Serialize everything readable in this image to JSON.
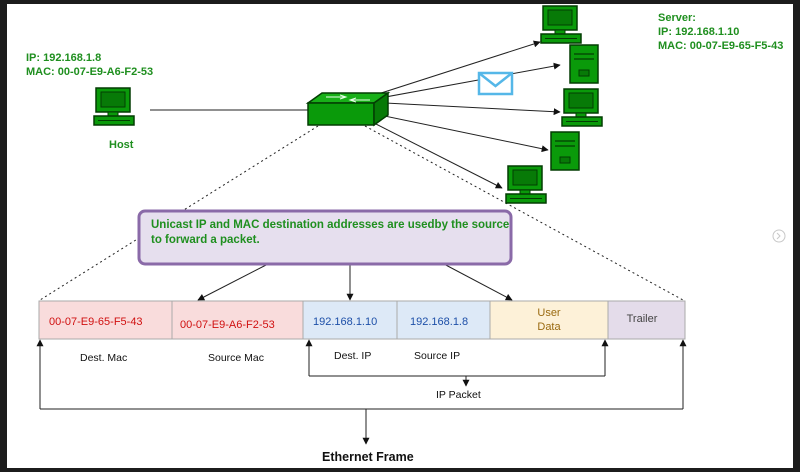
{
  "host": {
    "ip": "IP: 192.168.1.8",
    "mac": "MAC: 00-07-E9-A6-F2-53",
    "label": "Host"
  },
  "server": {
    "label": "Server:",
    "ip": "IP: 192.168.1.10",
    "mac": "MAC: 00-07-E9-65-F5-43"
  },
  "callout": {
    "line1": "Unicast IP and MAC destination addresses are usedby the source",
    "line2": "to forward a packet."
  },
  "frame": {
    "cells": [
      {
        "text": "00-07-E9-65-F5-43",
        "color": "#f9dcdc",
        "text_color": "#d01010"
      },
      {
        "text": "00-07-E9-A6-F2-53",
        "color": "#f9dcdc",
        "text_color": "#d01010"
      },
      {
        "text": "192.168.1.10",
        "color": "#dde9f7",
        "text_color": "#1d4fa8"
      },
      {
        "text": "192.168.1.8",
        "color": "#dde9f7",
        "text_color": "#1d4fa8"
      },
      {
        "text_line1": "User",
        "text_line2": "Data",
        "color": "#fdf1d8",
        "text_color": "#9a6a10"
      },
      {
        "text": "Trailer",
        "color": "#e4dcea",
        "text_color": "#444444"
      }
    ],
    "labels": {
      "dest_mac": "Dest. Mac",
      "source_mac": "Source Mac",
      "dest_ip": "Dest. IP",
      "source_ip": "Source IP",
      "ip_packet": "IP Packet",
      "ethernet_frame": "Ethernet Frame"
    }
  },
  "colors": {
    "device_green": "#0a9a0a",
    "label_green": "#1f8f1f",
    "callout_border": "#8a6aa8",
    "callout_fill": "#e6dfee"
  },
  "icons": [
    "computer-icon",
    "server-tower-icon",
    "network-switch-icon",
    "envelope-icon"
  ]
}
